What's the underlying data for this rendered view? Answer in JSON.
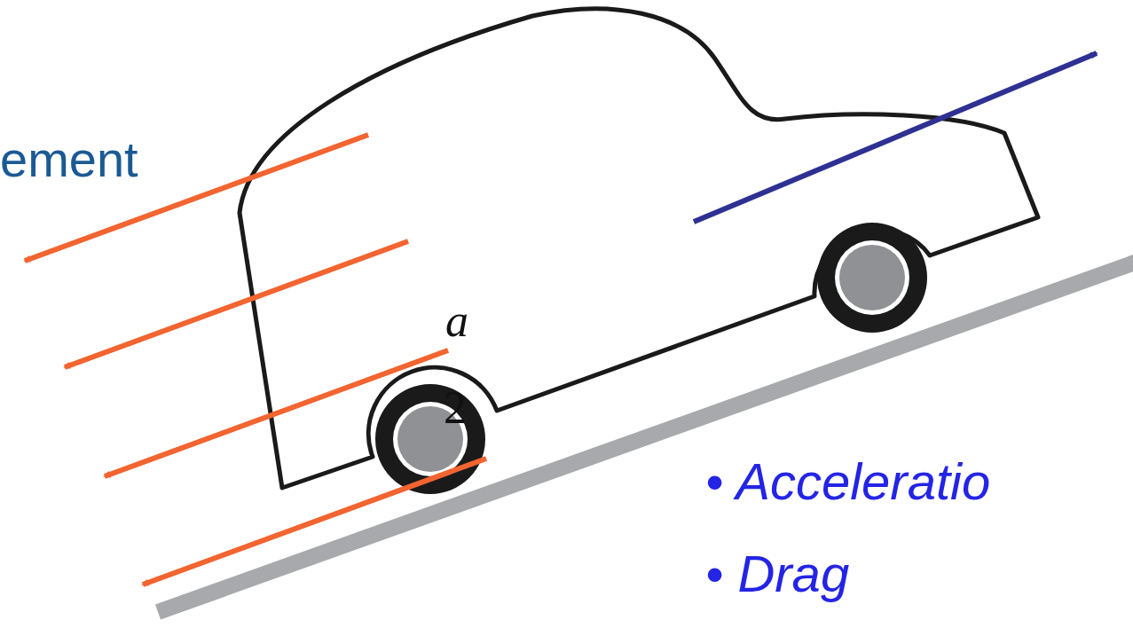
{
  "diagram": {
    "labels": [
      "ement",
      "a",
      "2",
      "• Acceleratio",
      "• Drag"
    ]
  }
}
